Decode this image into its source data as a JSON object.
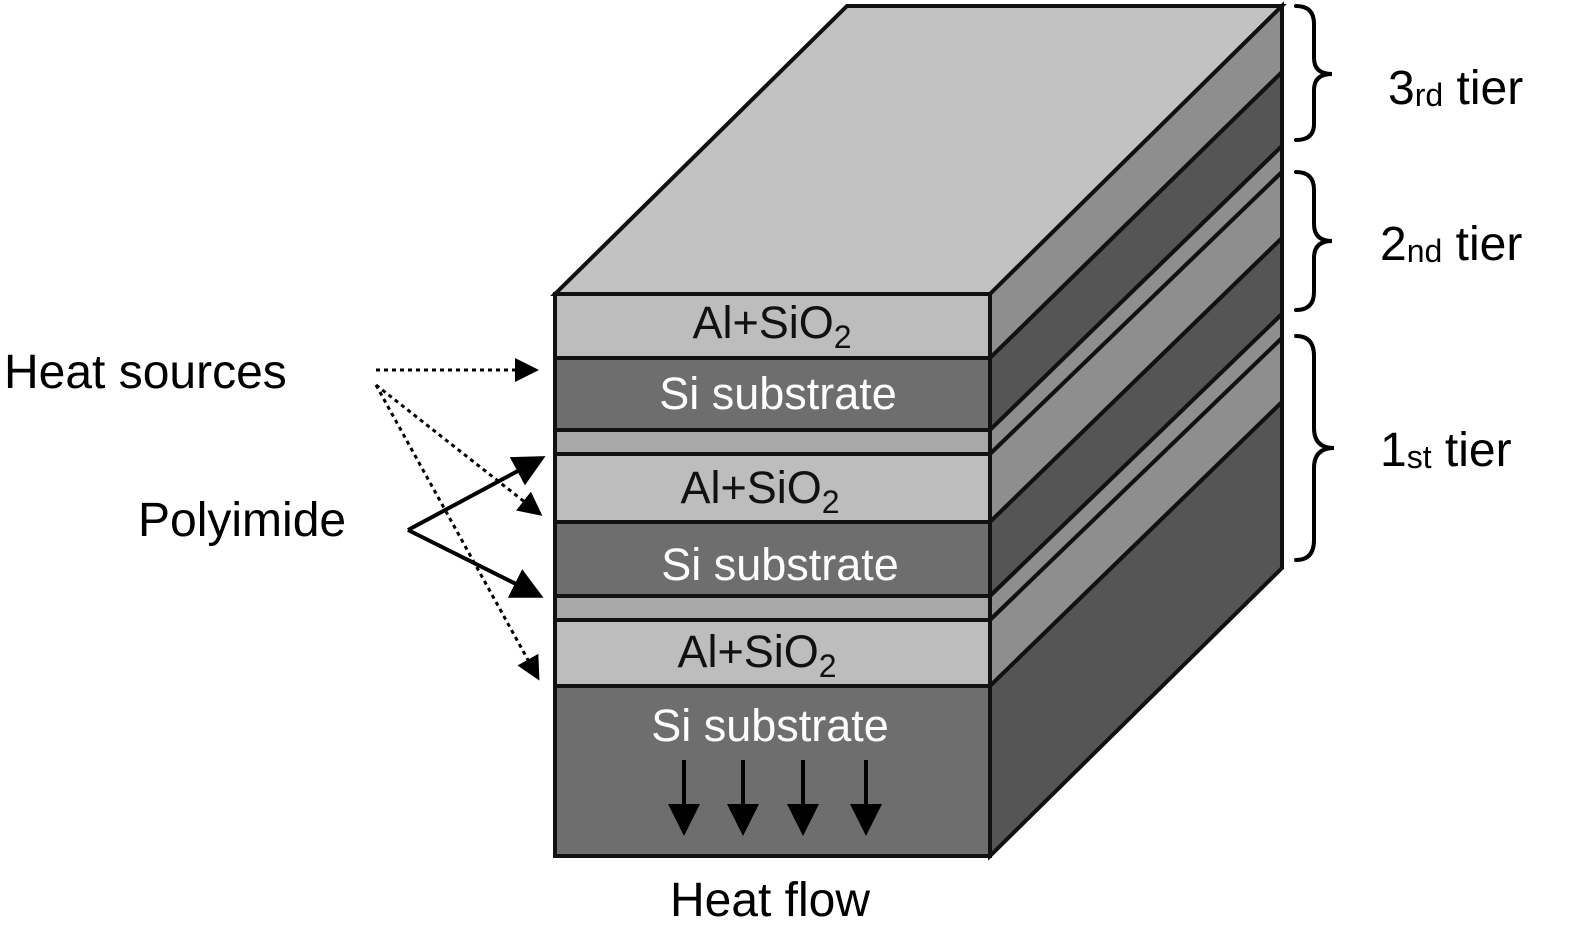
{
  "labels": {
    "heat_sources": "Heat sources",
    "polyimide": "Polyimide",
    "heat_flow": "Heat flow",
    "layer_al_base": "Al+SiO",
    "layer_al_sub": "2",
    "layer_si": "Si substrate",
    "tier3_num": "3",
    "tier3_sup": "rd",
    "tier3_word": " tier",
    "tier2_num": "2",
    "tier2_sup": "nd",
    "tier2_word": " tier",
    "tier1_num": "1",
    "tier1_sup": "st",
    "tier1_word": " tier"
  },
  "colors": {
    "top_face": "#c2c2c2",
    "al_sio2": "#bdbdbd",
    "si_substrate": "#6e6e6e",
    "polyimide": "#a8a8a8",
    "side_light": "#8e8e8e",
    "side_dark": "#555555",
    "outline": "#111111"
  }
}
